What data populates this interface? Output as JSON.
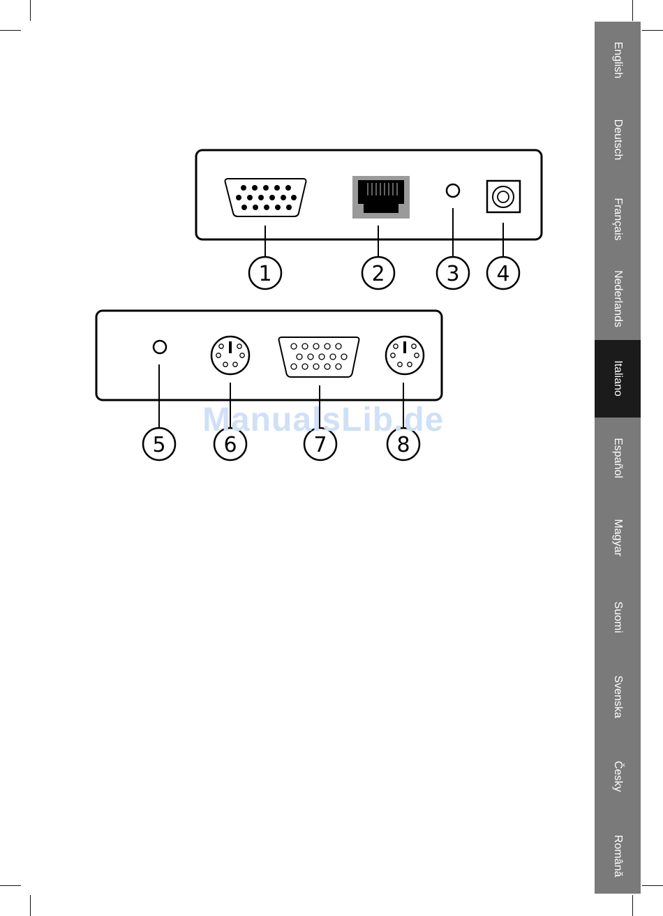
{
  "languages": [
    {
      "label": "English",
      "active": false
    },
    {
      "label": "Deutsch",
      "active": false
    },
    {
      "label": "Français",
      "active": false
    },
    {
      "label": "Nederlands",
      "active": false
    },
    {
      "label": "Italiano",
      "active": true
    },
    {
      "label": "Español",
      "active": false
    },
    {
      "label": "Magyar",
      "active": false
    },
    {
      "label": "Suomi",
      "active": false
    },
    {
      "label": "Svenska",
      "active": false
    },
    {
      "label": "Česky",
      "active": false
    },
    {
      "label": "Română",
      "active": false
    }
  ],
  "callouts": {
    "c1": "1",
    "c2": "2",
    "c3": "3",
    "c4": "4",
    "c5": "5",
    "c6": "6",
    "c7": "7",
    "c8": "8"
  },
  "watermark": "ManualsLib.de",
  "colors": {
    "tab_bg": "#7a7a7a",
    "tab_active": "#1b1b1b",
    "watermark": "#cfe0f7"
  }
}
